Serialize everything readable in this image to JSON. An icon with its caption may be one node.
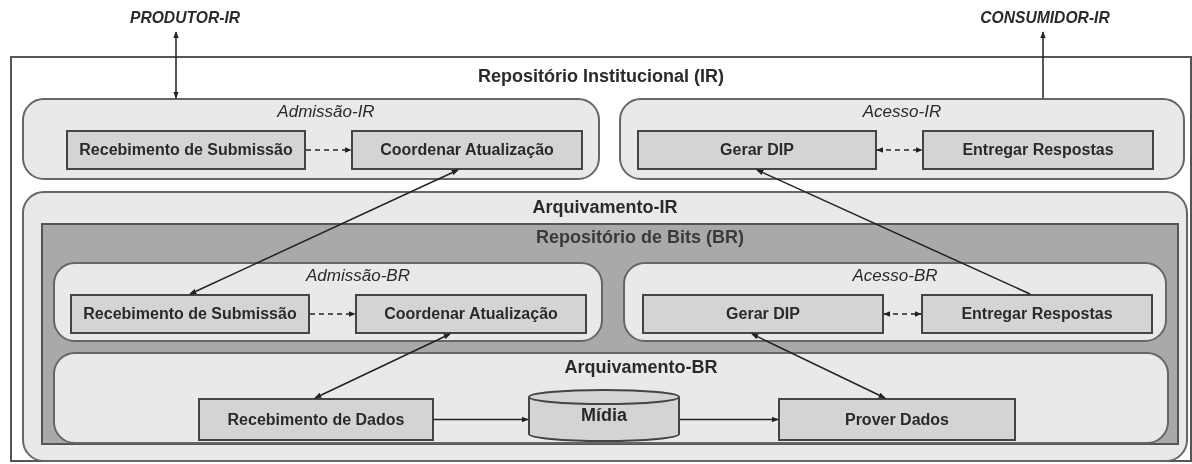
{
  "diagram": {
    "nodes": [
      {
        "text": [
          "PRODUTOR-IR"
        ]
      },
      {
        "text": [
          "CONSUMIDOR-IR"
        ]
      },
      {
        "text": [
          "**Repositório Institucional** (IR)"
        ]
      },
      {
        "text": [
          "Admissão-IR"
        ],
        "in": 2
      },
      {
        "text": [
          "Recebimento de Submissão"
        ],
        "in": 3
      },
      {
        "text": [
          "Coordenar Atualização"
        ],
        "in": 3
      },
      {
        "text": [
          "Acesso-IR"
        ],
        "in": 2
      },
      {
        "text": [
          "Gerar DIP"
        ],
        "in": 6
      },
      {
        "text": [
          "Entregar Respostas"
        ],
        "in": 6
      },
      {
        "text": [
          "Arquivamento-IR"
        ],
        "in": 2
      },
      {
        "text": [
          "**Repositório de Bits** (BR)"
        ],
        "in": 9
      },
      {
        "text": [
          "Admissão-BR"
        ],
        "in": 10
      },
      {
        "text": [
          "Recebimento de Submissão"
        ],
        "in": 11
      },
      {
        "text": [
          "Coordenar Atualização"
        ],
        "in": 11
      },
      {
        "text": [
          "Acesso-BR"
        ],
        "in": 10
      },
      {
        "text": [
          "Gerar DIP"
        ],
        "in": 14
      },
      {
        "text": [
          "Entregar Respostas"
        ],
        "in": 14
      },
      {
        "text": [
          "Arquivamento-BR"
        ],
        "in": 10
      },
      {
        "text": [
          "Recebimento de Dados"
        ],
        "in": 17
      },
      {
        "text": [
          "Mídia"
        ],
        "in": 17
      },
      {
        "text": [
          "Prover Dados"
        ],
        "in": 17
      }
    ],
    "edges": [
      {
        "from": 0,
        "to": 3,
        "arrow": "both"
      },
      {
        "from": 6,
        "to": 1,
        "arrow": "to"
      },
      {
        "from": 4,
        "to": 5,
        "arrow": "to",
        "style": "dashed"
      },
      {
        "from": 7,
        "to": 8,
        "arrow": "both",
        "style": "dashed"
      },
      {
        "from": 5,
        "to": 12,
        "arrow": "both"
      },
      {
        "from": 16,
        "to": 7,
        "arrow": "to"
      },
      {
        "from": 12,
        "to": 13,
        "arrow": "to",
        "style": "dashed"
      },
      {
        "from": 15,
        "to": 16,
        "arrow": "both",
        "style": "dashed"
      },
      {
        "from": 13,
        "to": 18,
        "arrow": "both"
      },
      {
        "from": 15,
        "to": 20,
        "arrow": "both"
      },
      {
        "from": 18,
        "to": 19,
        "arrow": "to"
      },
      {
        "from": 19,
        "to": 20,
        "arrow": "to"
      }
    ]
  }
}
